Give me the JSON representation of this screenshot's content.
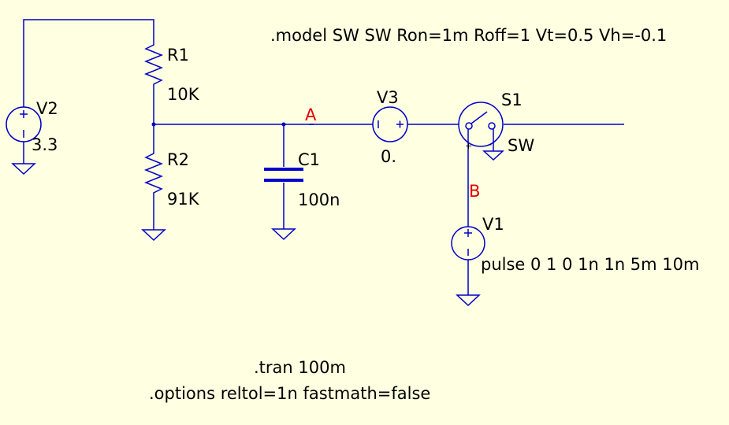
{
  "colors": {
    "background": "#FFFFE1",
    "wire": "#0000CC",
    "text": "#000000",
    "net_label": "#E00000"
  },
  "directives": {
    "model": ".model SW SW Ron=1m Roff=1 Vt=0.5 Vh=-0.1",
    "tran": ".tran 100m",
    "options": ".options reltol=1n fastmath=false"
  },
  "components": {
    "v2": {
      "name": "V2",
      "value": "3.3",
      "icon": "voltage-source-icon"
    },
    "r1": {
      "name": "R1",
      "value": "10K",
      "icon": "resistor-icon"
    },
    "r2": {
      "name": "R2",
      "value": "91K",
      "icon": "resistor-icon"
    },
    "c1": {
      "name": "C1",
      "value": "100n",
      "icon": "capacitor-icon"
    },
    "v3": {
      "name": "V3",
      "value": "0.",
      "icon": "voltage-source-icon"
    },
    "s1": {
      "name": "S1",
      "model": "SW",
      "icon": "voltage-controlled-switch-icon"
    },
    "v1": {
      "name": "V1",
      "value": "pulse 0 1 0 1n 1n 5m 10m",
      "icon": "voltage-source-icon"
    }
  },
  "nets": {
    "a": "A",
    "b": "B"
  },
  "pins": {
    "plus": "+",
    "minus": "-"
  }
}
